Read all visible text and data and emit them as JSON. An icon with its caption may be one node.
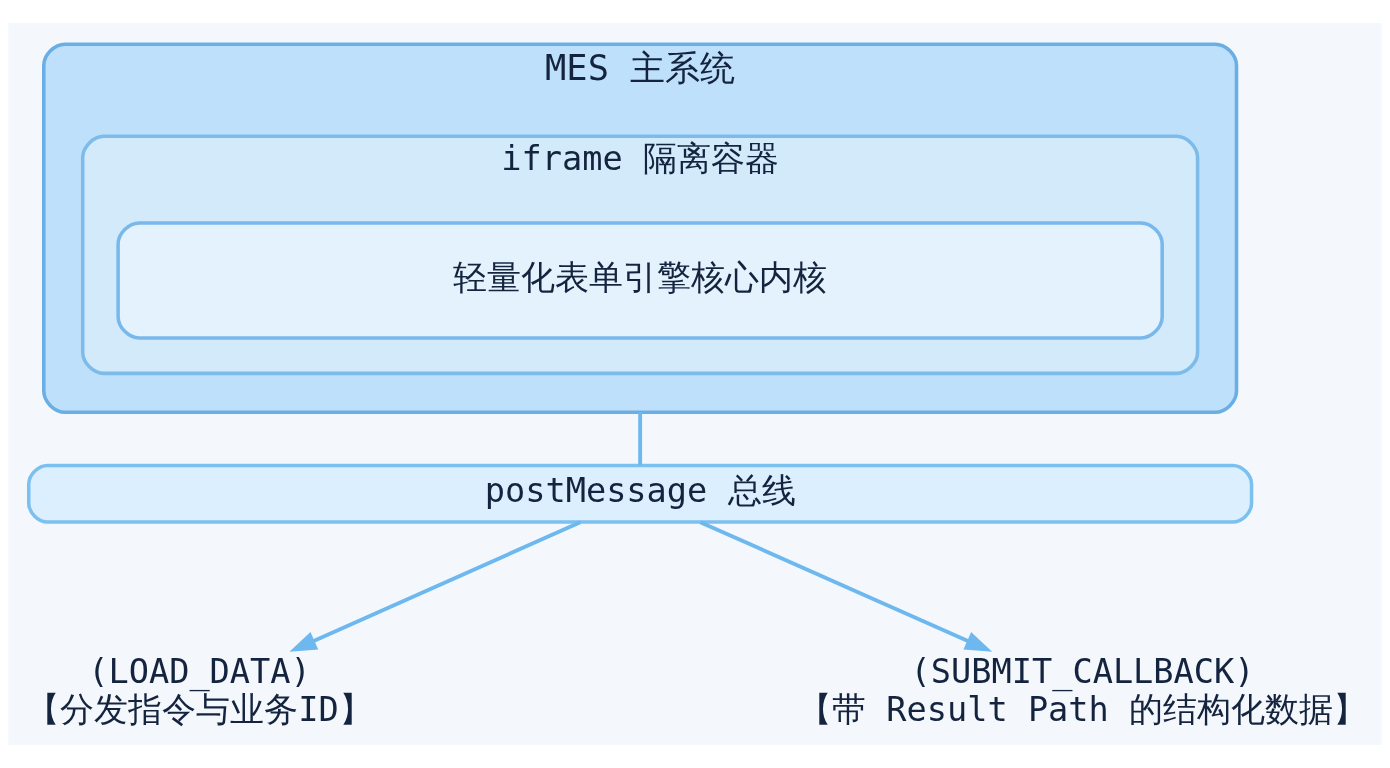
{
  "diagram": {
    "nodes": [
      {
        "text": [
          "MES 主系统"
        ]
      },
      {
        "text": [
          "iframe 隔离容器"
        ],
        "in": 0
      },
      {
        "text": [
          "轻量化表单引擎核心内核"
        ],
        "in": 1
      },
      {
        "text": [
          "postMessage 总线"
        ]
      },
      {
        "text": [
          "(LOAD_DATA)",
          "【分发指令与业务ID】"
        ]
      },
      {
        "text": [
          "(SUBMIT_CALLBACK)",
          "【带 Result Path 的结构化数据】"
        ]
      }
    ],
    "edges": [
      {
        "from": 0,
        "to": 3,
        "arrow": "none"
      },
      {
        "from": 3,
        "to": 4,
        "arrow": "to"
      },
      {
        "from": 3,
        "to": 5,
        "arrow": "to"
      }
    ]
  }
}
